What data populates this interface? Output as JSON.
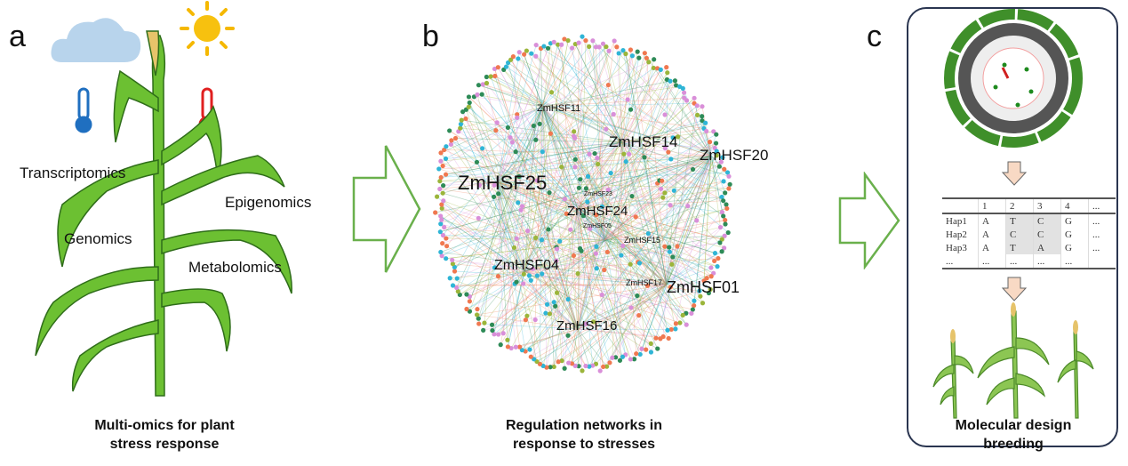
{
  "panels": {
    "a": {
      "letter": "a",
      "labels": [
        "Transcriptomics",
        "Genomics",
        "Epigenomics",
        "Metabolomics"
      ],
      "caption": [
        "Multi-omics for plant",
        "stress response"
      ]
    },
    "b": {
      "letter": "b",
      "hubs": [
        "ZmHSF11",
        "ZmHSF14",
        "ZmHSF20",
        "ZmHSF25",
        "ZmHSF23",
        "ZmHSF24",
        "ZmHSF05",
        "ZmHSF15",
        "ZmHSF04",
        "ZmHSF17",
        "ZmHSF01",
        "ZmHSF16"
      ],
      "caption": [
        "Regulation networks  in",
        "response to stresses"
      ],
      "node_colors": [
        "#d98fd9",
        "#9bb53a",
        "#2fb5d6",
        "#2e8b57",
        "#f07850"
      ]
    },
    "c": {
      "letter": "c",
      "table": {
        "header": [
          "",
          "1",
          "2",
          "3",
          "4",
          "..."
        ],
        "rows": [
          [
            "Hap1",
            "A",
            "T",
            "C",
            "G",
            "..."
          ],
          [
            "Hap2",
            "A",
            "C",
            "C",
            "G",
            "..."
          ],
          [
            "Hap3",
            "A",
            "T",
            "A",
            "G",
            "..."
          ],
          [
            "...",
            "...",
            "...",
            "...",
            "...",
            ""
          ]
        ]
      },
      "caption": [
        "Molecular design",
        "breeding"
      ]
    }
  },
  "colors": {
    "arrow": "#6ab04c",
    "plant": "#5cb531",
    "box_border": "#2a3550",
    "down_arrow": "#f8d9c4"
  }
}
